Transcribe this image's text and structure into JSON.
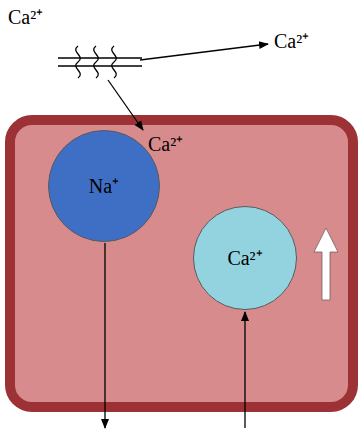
{
  "diagram": {
    "nodes": [
      {
        "text": [
          "Ca²⁺"
        ]
      },
      {
        "text": [
          "Na⁺"
        ],
        "in": 0
      },
      {
        "text": [
          "Ca²⁺"
        ],
        "in": 0
      }
    ],
    "labels": [
      "Ca²⁺",
      "Ca²⁺"
    ]
  }
}
